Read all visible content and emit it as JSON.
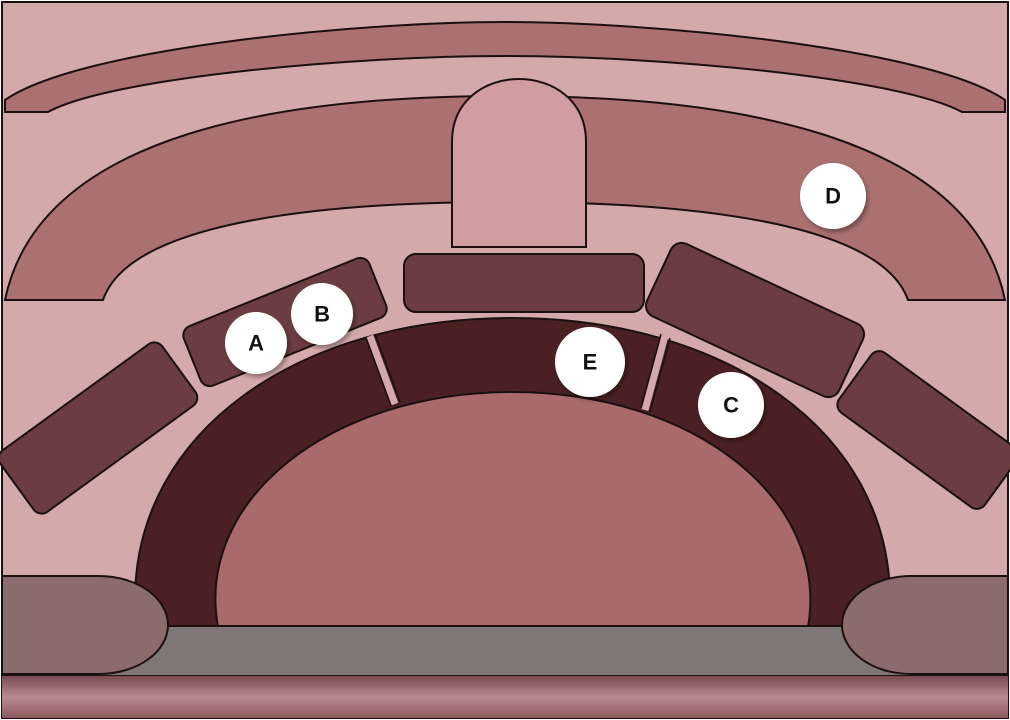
{
  "labels": [
    {
      "id": "A",
      "text": "A"
    },
    {
      "id": "B",
      "text": "B"
    },
    {
      "id": "C",
      "text": "C"
    },
    {
      "id": "D",
      "text": "D"
    },
    {
      "id": "E",
      "text": "E"
    }
  ],
  "colors": {
    "background": "#d4a9aa",
    "outer_band": "#ab7070",
    "stone_block": "#6c3d40",
    "inner_arch": "#4a2023",
    "inner_fill": "#a86a6a",
    "keystone": "#d09ea1",
    "ground": "#7f7777",
    "side_stone": "#8b6c6d",
    "outline": "#1c0f10",
    "marker_fill": "#ffffff"
  }
}
